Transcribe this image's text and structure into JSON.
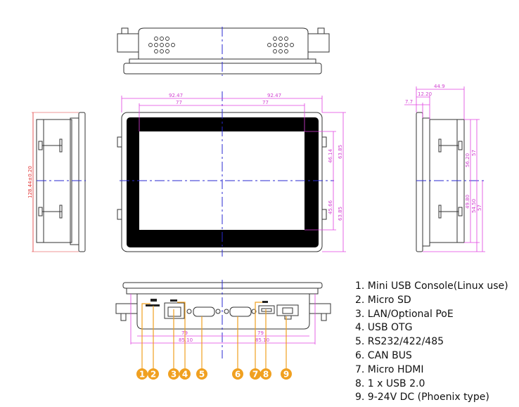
{
  "front_view": {
    "dim_half_width_left": "92.47",
    "dim_half_width_right": "92.47",
    "dim_screen_left": "77",
    "dim_screen_right": "77",
    "dim_screen_upper": "46.14",
    "dim_screen_lower": "45.66",
    "dim_half_height_upper": "63.85",
    "dim_half_height_lower": "63.85"
  },
  "left_side_view": {
    "dim_height": "128.44±0.20"
  },
  "right_side_view": {
    "dim_depth": "44.9",
    "dim_bezel": "12.20",
    "dim_panel": "7.7",
    "dim_upper_a": "56.20",
    "dim_upper_b": "57",
    "dim_lower_a": "49.80",
    "dim_lower_b": "54.50",
    "dim_lower_c": "57"
  },
  "bottom_view": {
    "dim_inner_left": "79",
    "dim_inner_right": "79",
    "dim_outer_left": "85.10",
    "dim_outer_right": "85.10",
    "callouts": [
      "1",
      "2",
      "3",
      "4",
      "5",
      "6",
      "7",
      "8",
      "9"
    ],
    "callout_color": "#f0a020"
  },
  "legend": [
    "1. Mini USB Console(Linux use)",
    "2. Micro SD",
    "3. LAN/Optional PoE",
    "4. USB OTG",
    "5. RS232/422/485",
    "6. CAN BUS",
    "7. Micro HDMI",
    "8. 1 x USB 2.0",
    "9. 9-24V DC (Phoenix type)"
  ]
}
